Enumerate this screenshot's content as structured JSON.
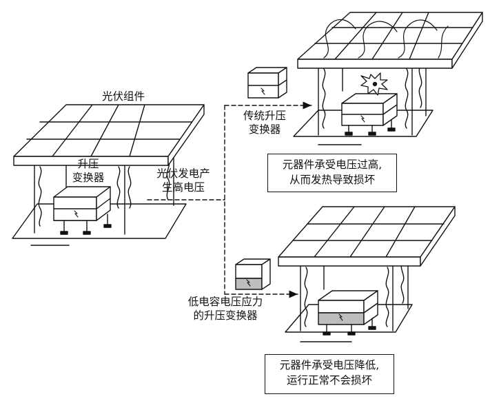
{
  "labels": {
    "pv_module": "光伏组件",
    "boost_converter": [
      "升压",
      "变换器"
    ],
    "pv_high_voltage": [
      "光伏发电产",
      "生高电压"
    ],
    "traditional_converter": [
      "传统升压",
      "变换器"
    ],
    "low_stress_converter": [
      "低电容电压应力",
      "的升压变换器"
    ]
  },
  "results": {
    "damaged": [
      "元器件承受电压过高,",
      "从而发热导致损坏"
    ],
    "normal": [
      "元器件承受电压降低,",
      "运行正常不会损坏"
    ]
  },
  "colors": {
    "line": "#111111",
    "shade": "#bdbdbd",
    "background": "#ffffff"
  },
  "icons": [
    "lightning-icon",
    "explosion-icon"
  ]
}
